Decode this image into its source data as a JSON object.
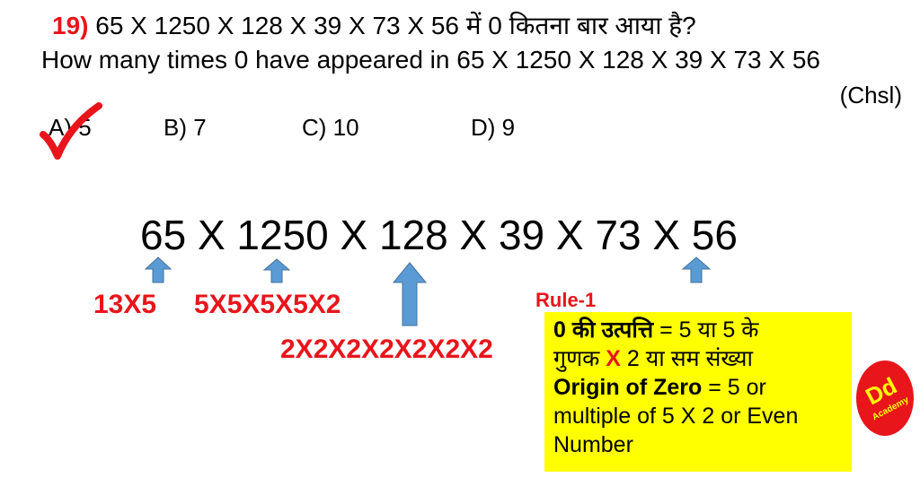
{
  "question": {
    "number": "19)",
    "hindi_text": "65 X 1250 X 128 X 39 X 73 X 56 में 0 कितना बार आया है?",
    "english_text": "How many times 0 have appeared in 65 X 1250 X 128 X 39 X 73 X 56",
    "source": "(Chsl)"
  },
  "options": [
    {
      "label": "A) 5",
      "correct": true
    },
    {
      "label": "B) 7",
      "correct": false
    },
    {
      "label": "C) 10",
      "correct": false
    },
    {
      "label": "D) 9",
      "correct": false
    }
  ],
  "expression": "65 X 1250 X 128 X 39 X 73 X 56",
  "factorizations": {
    "f65": "13X5",
    "f1250": "5X5X5X5X2",
    "f128": "2X2X2X2X2X2X2"
  },
  "rule": {
    "title": "Rule-1",
    "hindi_bold": "0 की उत्पत्ति",
    "hindi_line1_rest": " = 5 या 5 के",
    "hindi_line2_a": "गुणक ",
    "hindi_line2_x": "X",
    "hindi_line2_b": " 2 या सम संख्या",
    "english_bold": "Origin of Zero",
    "english_line1_rest": " = 5 or",
    "english_line2": "multiple of 5 X 2 or Even",
    "english_line3": "Number"
  },
  "logo": {
    "top": "Dd",
    "bottom": "Academy",
    "color": "#e8151b"
  },
  "colors": {
    "accent_red": "#e8151b",
    "arrow_blue": "#5b9bd5",
    "highlight_yellow": "#ffff00"
  }
}
